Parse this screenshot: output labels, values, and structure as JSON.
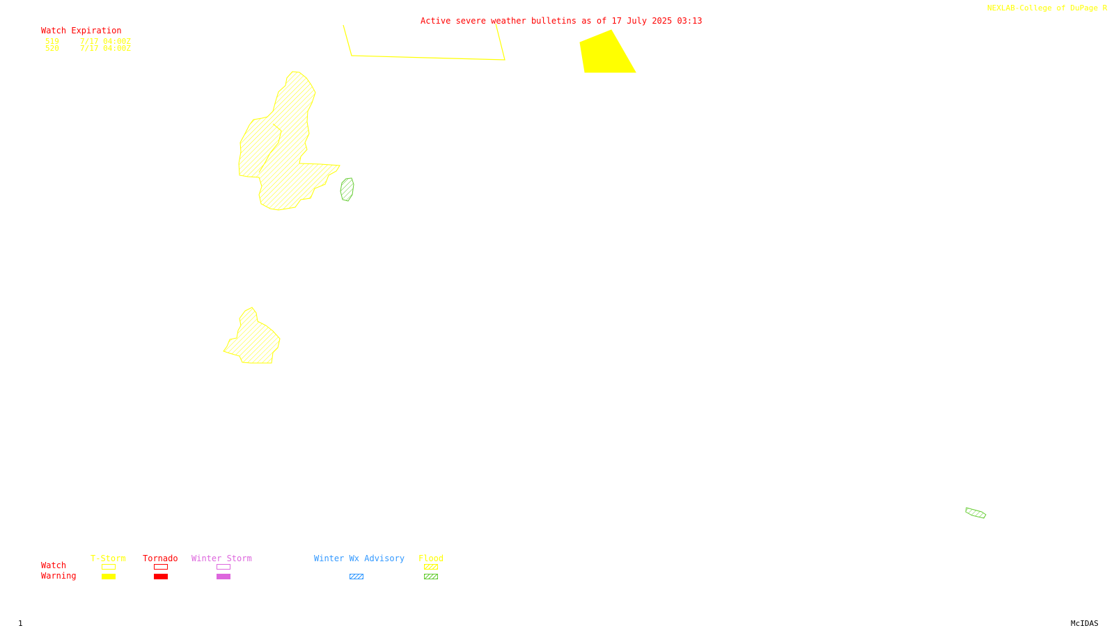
{
  "header": {
    "title": "Active severe weather bulletins as of 17 July 2025 03:13",
    "credit": "NEXLAB-College of DuPage R"
  },
  "watch_expiration": {
    "heading": "Watch Expiration",
    "rows": [
      {
        "id": "519",
        "time": "7/17 04:00Z"
      },
      {
        "id": "520",
        "time": "7/17 04:00Z"
      }
    ]
  },
  "legend": {
    "row_labels": {
      "watch": "Watch",
      "warning": "Warning"
    },
    "categories": [
      {
        "key": "tstorm",
        "label": "T-Storm",
        "color": "#ffff00",
        "watch_style": "outline",
        "warning_style": "solid"
      },
      {
        "key": "tornado",
        "label": "Tornado",
        "color": "#ff0000",
        "watch_style": "outline",
        "warning_style": "solid"
      },
      {
        "key": "winter_storm",
        "label": "Winter Storm",
        "color": "#dd66dd",
        "watch_style": "outline",
        "warning_style": "solid"
      },
      {
        "key": "winter_wx_advisory",
        "label": "Winter Wx Advisory",
        "color": "#3399ff",
        "warning_style": "hatched"
      },
      {
        "key": "flood",
        "label": "Flood",
        "color_watch": "#ffff00",
        "color_warning": "#66cc33",
        "watch_style": "hatched",
        "warning_style": "hatched"
      }
    ]
  },
  "footer": {
    "frame_number": "1",
    "software": "McIDAS"
  },
  "colors": {
    "title": "#ff0000",
    "credit": "#ffff00",
    "tstorm": "#ffff00",
    "tornado": "#ff0000",
    "winter_storm": "#dd66dd",
    "winter_advisory": "#3399ff",
    "flood_watch": "#ffff00",
    "flood_warning": "#66cc33",
    "text": "#000000"
  }
}
